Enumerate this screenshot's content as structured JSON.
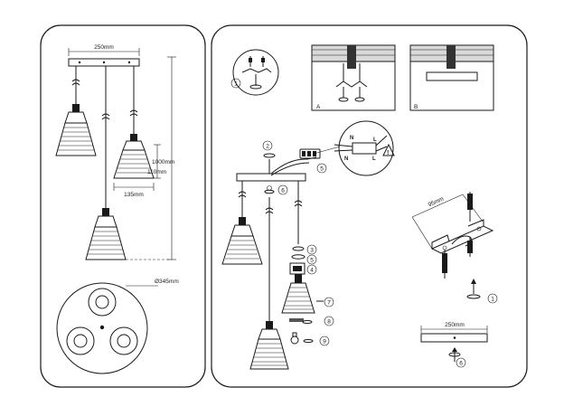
{
  "left_panel": {
    "dim_width": "250mm",
    "dim_height": "1000mm",
    "dim_shade_height": "110mm",
    "dim_shade_width": "135mm",
    "dim_canopy_diameter": "Ø345mm"
  },
  "right_panel": {
    "callout_1": "1",
    "callout_2": "2",
    "callout_3": "3",
    "callout_4": "4",
    "callout_5": "5",
    "callout_6": "6",
    "callout_7": "7",
    "callout_8": "8",
    "callout_9": "9",
    "ceiling_label_a": "A",
    "ceiling_label_b": "B",
    "wire_n": "N",
    "wire_l": "L",
    "wire_n2": "N",
    "wire_l2": "L",
    "dim_bracket": "95mm",
    "dim_plate": "250mm",
    "callout_1b": "1",
    "callout_6b": "6"
  },
  "colors": {
    "line": "#1a1a1a",
    "background": "#ffffff"
  }
}
